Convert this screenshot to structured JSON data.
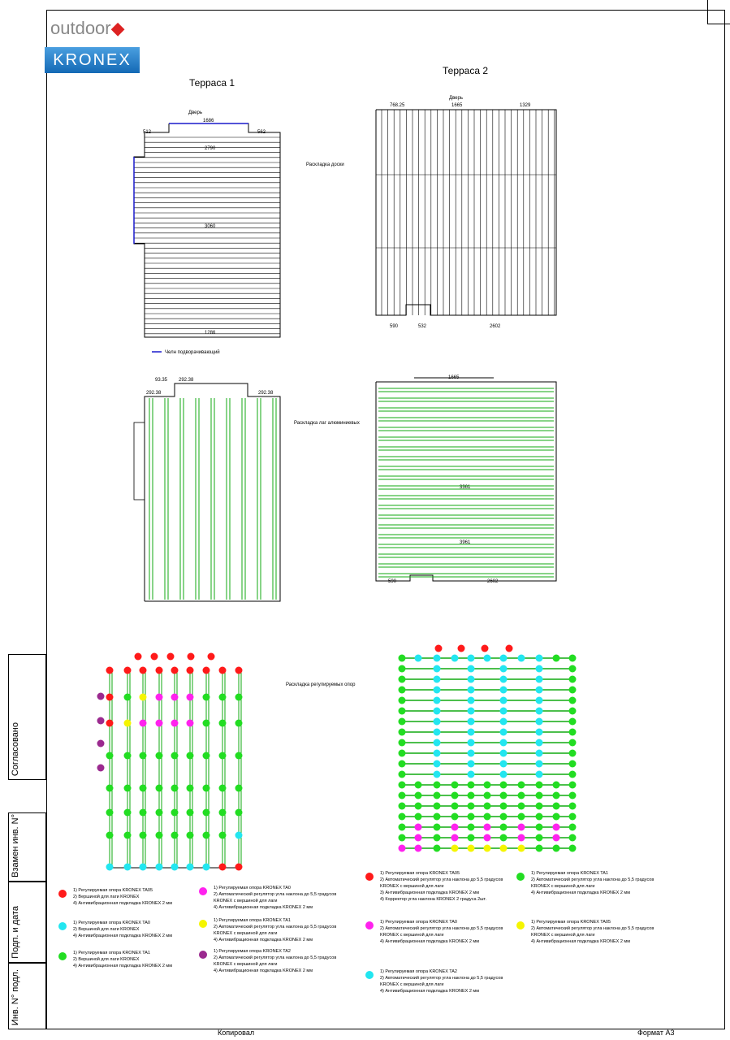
{
  "logo": {
    "brand1": "outdoor",
    "brand2": "KRONEX"
  },
  "titles": {
    "terrace1": "Терраса 1",
    "terrace2": "Терраса 2"
  },
  "sections": {
    "boards": "Раскладка доски",
    "lags": "Раскладка лаг алюминиевых",
    "supports": "Раскладка регулируемых опор"
  },
  "notes": {
    "door": "Дверь",
    "trim": "Челн подворачивающий"
  },
  "dims": {
    "t1_top": "1686",
    "t1_left": "512",
    "t1_right": "562",
    "t1_w1": "2790",
    "t1_w2": "3060",
    "t1_bottom": "1286",
    "t2_a": "768.25",
    "t2_b": "1665",
    "t2_c": "1329",
    "t2_d": "590",
    "t2_e": "532",
    "t2_f": "2602",
    "t2_g": "3361",
    "t2_h": "3961",
    "t1_lag_a": "93.35",
    "t1_lag_b": "292.38"
  },
  "side_stamp": [
    "Согласовано",
    "Взамен инв. N°",
    "Подп. и дата",
    "Инв. N° подл."
  ],
  "footer": {
    "copied": "Копировал",
    "format": "Формат А3"
  },
  "colors": {
    "red": "#ff1a1a",
    "cyan": "#22e6f0",
    "green": "#22dd22",
    "magenta": "#ff22ee",
    "yellow": "#f5f500",
    "purple": "#9b2a8f",
    "lag": "#11aa11",
    "trim": "#1a1acc"
  },
  "legend_t1": [
    {
      "color": "red",
      "lines": [
        "1) Регулируемая опора KRONEX TA05",
        "2) Вершиной для лаги KRONEX",
        "4) Антивибрационная подкладка KRONEX 2 мм"
      ]
    },
    {
      "color": "cyan",
      "lines": [
        "1) Регулируемая опора KRONEX TA0",
        "2) Вершиной для лаги KRONEX",
        "4) Антивибрационная подкладка KRONEX 2 мм"
      ]
    },
    {
      "color": "green",
      "lines": [
        "1) Регулируемая опора KRONEX TA1",
        "2) Вершиной для лаги KRONEX",
        "4) Антивибрационная подкладка KRONEX 2 мм"
      ]
    },
    {
      "color": "magenta",
      "lines": [
        "1) Регулируемая опора KRONEX TA0",
        "2) Автоматический регулятор угла наклона до 5,5 градусов KRONEX с вершиной для лаги",
        "4) Антивибрационная подкладка KRONEX 2 мм"
      ]
    },
    {
      "color": "yellow",
      "lines": [
        "1) Регулируемая опора KRONEX TA1",
        "2) Автоматический регулятор угла наклона до 5,5 градусов KRONEX с вершиной для лаги",
        "4) Антивибрационная подкладка KRONEX 2 мм"
      ]
    },
    {
      "color": "purple",
      "lines": [
        "1) Регулируемая опора KRONEX TA2",
        "2) Автоматический регулятор угла наклона до 5,5 градусов KRONEX с вершиной для лаги",
        "4) Антивибрационная подкладка KRONEX 2 мм"
      ]
    }
  ],
  "legend_t2": [
    {
      "color": "red",
      "lines": [
        "1) Регулируемая опора KRONEX TA05",
        "2) Автоматический регулятор угла наклона до 5,5 градусов KRONEX с вершиной для лаги",
        "3) Антивибрационная подкладка KRONEX 2 мм",
        "4) Корректор угла наклона KRONEX 2 градуса 2шт."
      ]
    },
    {
      "color": "green",
      "lines": [
        "1) Регулируемая опора KRONEX TA1",
        "2) Автоматический регулятор угла наклона до 5,5 градусов KRONEX с вершиной для лаги",
        "4) Антивибрационная подкладка KRONEX 2 мм"
      ]
    },
    {
      "color": "magenta",
      "lines": [
        "1) Регулируемая опора KRONEX TA0",
        "2) Автоматический регулятор угла наклона до 5,5 градусов KRONEX с вершиной для лаги",
        "4) Антивибрационная подкладка KRONEX 2 мм"
      ]
    },
    {
      "color": "yellow",
      "lines": [
        "1) Регулируемая опора KRONEX TA05",
        "2) Автоматический регулятор угла наклона до 5,5 градусов KRONEX с вершиной для лаги",
        "4) Антивибрационная подкладка KRONEX 2 мм"
      ]
    },
    {
      "color": "cyan",
      "lines": [
        "1) Регулируемая опора KRONEX TA2",
        "2) Автоматический регулятор угла наклона до 5,5 градусов KRONEX с вершиной для лаги",
        "4) Антивибрационная подкладка KRONEX 2 мм"
      ]
    }
  ]
}
